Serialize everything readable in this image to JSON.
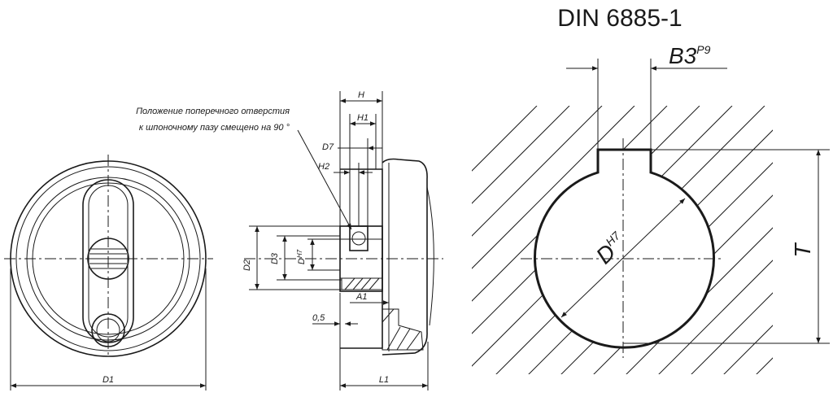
{
  "title": "DIN 6885-1",
  "note": {
    "line1": "Положение поперечного отверстия",
    "line2": "к шпоночному пазу смещено на  90 °"
  },
  "labels": {
    "D1": "D1",
    "D2": "D2",
    "D3": "D3",
    "D": "D",
    "D_sup": "H7",
    "H": "H",
    "H1": "H1",
    "H2": "H2",
    "D7": "D7",
    "A1": "A1",
    "gap": "0,5",
    "L1": "L1"
  },
  "detail": {
    "B3": "B3",
    "B3_sup": "P9",
    "D": "D",
    "D_sup": "H7",
    "T": "T"
  }
}
